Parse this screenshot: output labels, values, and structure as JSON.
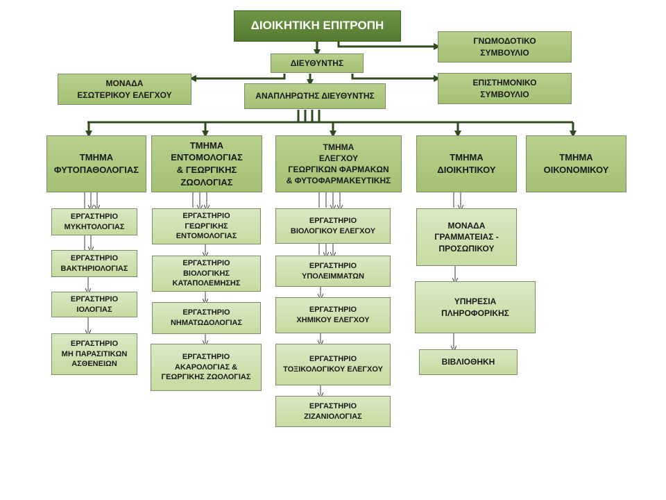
{
  "colors": {
    "connector": "#2f4a1d",
    "dark_node": "#5b8237",
    "light_node": "#d2e3b8",
    "mid_node": "#b0ca85"
  },
  "nodes": {
    "board": "ΔΙΟΙΚΗΤΙΚΗ ΕΠΙΤΡΟΠΗ",
    "advisory_council": "ΓΝΩΜΟΔΟΤΙΚΟ\nΣΥΜΒΟΥΛΙΟ",
    "director": "ΔΙΕΥΘΥΝΤΗΣ",
    "internal_audit": "ΜΟΝΑΔΑ\nΕΣΩΤΕΡΙΚΟΥ ΕΛΕΓΧΟΥ",
    "deputy_director": "ΑΝΑΠΛΗΡΩΤΗΣ ΔΙΕΥΘΥΝΤΗΣ",
    "scientific_council": "ΕΠΙΣΤΗΜΟΝΙΚΟ\nΣΥΜΒΟΥΛΙΟ",
    "dept_phytopathology": "ΤΜΗΜΑ\nΦΥΤΟΠΑΘΟΛΟΓΙΑΣ",
    "dept_entomology": "ΤΜΗΜΑ\nΕΝΤΟΜΟΛΟΓΙΑΣ\n& ΓΕΩΡΓΙΚΗΣ\nΖΩΟΛΟΓΙΑΣ",
    "dept_pesticides": "ΤΜΗΜΑ\nΕΛΕΓΧΟΥ\nΓΕΩΡΓΙΚΩΝ ΦΑΡΜΑΚΩΝ\n& ΦΥΤΟΦΑΡΜΑΚΕΥΤΙΚΗΣ",
    "dept_administrative": "ΤΜΗΜΑ\nΔΙΟΙΚΗΤΙΚΟΥ",
    "dept_financial": "ΤΜΗΜΑ\nΟΙΚΟΝΟΜΙΚΟΥ",
    "lab_mycology": "ΕΡΓΑΣΤΗΡΙΟ\nΜΥΚΗΤΟΛΟΓΙΑΣ",
    "lab_bacteriology": "ΕΡΓΑΣΤΗΡΙΟ\nΒΑΚΤΗΡΙΟΛΟΓΙΑΣ",
    "lab_virology": "ΕΡΓΑΣΤΗΡΙΟ\nΙΟΛΟΓΙΑΣ",
    "lab_nonparasitic": "ΕΡΓΑΣΤΗΡΙΟ\nΜΗ ΠΑΡΑΣΙΤΙΚΩΝ\nΑΣΘΕΝΕΙΩΝ",
    "lab_agri_entomology": "ΕΡΓΑΣΤΗΡΙΟ\nΓΕΩΡΓΙΚΗΣ\nΕΝΤΟΜΟΛΟΓΙΑΣ",
    "lab_biocontrol": "ΕΡΓΑΣΤΗΡΙΟ\nΒΙΟΛΟΓΙΚΗΣ\nΚΑΤΑΠΟΛΕΜΗΣΗΣ",
    "lab_nematology": "ΕΡΓΑΣΤΗΡΙΟ\nΝΗΜΑΤΩΔΟΛΟΓΙΑΣ",
    "lab_acarology": "ΕΡΓΑΣΤΗΡΙΟ\nΑΚΑΡΟΛΟΓΙΑΣ  &\nΓΕΩΡΓΙΚΗΣ  ΖΩΟΛΟΓΙΑΣ",
    "lab_biological_control": "ΕΡΓΑΣΤΗΡΙΟ\nΒΙΟΛΟΓΙΚΟΥ ΕΛΕΓΧΟΥ",
    "lab_residues": "ΕΡΓΑΣΤΗΡΙΟ\nΥΠΟΛΕΙΜΜΑΤΩΝ",
    "lab_chemical": "ΕΡΓΑΣΤΗΡΙΟ\nΧΗΜΙΚΟΥ  ΕΛΕΓΧΟΥ",
    "lab_toxicology": "ΕΡΓΑΣΤΗΡΙΟ\nΤΟΞΙΚΟΛΟΓΙΚΟΥ  ΕΛΕΓΧΟΥ",
    "lab_weed": "ΕΡΓΑΣΤΗΡΙΟ\nΖΙΖΑΝΙΟΛΟΓΙΑΣ",
    "unit_secretariat": "ΜΟΝΑΔΑ\nΓΡΑΜΜΑΤΕΙΑΣ -\nΠΡΟΣΩΠΙΚΟΥ",
    "it_service": "ΥΠΗΡΕΣΙΑ\nΠΛΗΡΟΦΟΡΙΚΗΣ",
    "library": "ΒΙΒΛΙΟΘΗΚΗ"
  }
}
